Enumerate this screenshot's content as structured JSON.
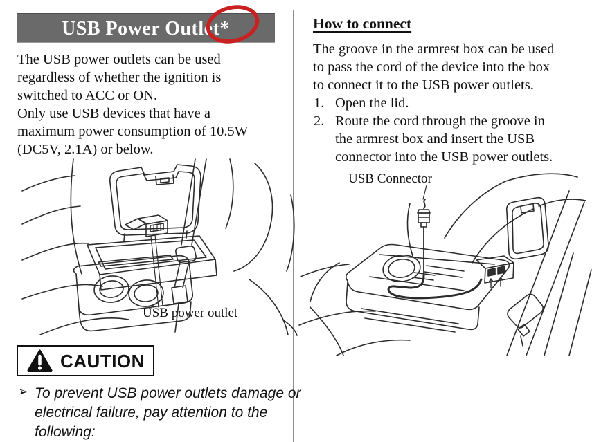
{
  "left": {
    "title": "USB Power Outlet*",
    "intro_lines": [
      "The USB power outlets can be used",
      "regardless of whether the ignition is",
      "switched to ACC or ON.",
      "Only use USB devices that have a",
      "maximum power consumption of 10.5W",
      "(DC5V, 2.1A) or below."
    ],
    "figure_label": "USB power outlet",
    "caution": {
      "label": "CAUTION",
      "bullet": "➢",
      "note_lines": [
        "To prevent USB power outlets damage or",
        "electrical failure, pay attention to the",
        "following:"
      ]
    }
  },
  "right": {
    "heading": "How to connect",
    "para_lines": [
      "The groove in the armrest box can be used",
      "to pass the cord of the device into the box",
      "to connect it to the USB power outlets."
    ],
    "list": [
      {
        "num": "1.",
        "lines": [
          "Open the lid."
        ]
      },
      {
        "num": "2.",
        "lines": [
          "Route the cord through the groove in",
          "the armrest box and insert the USB",
          "connector into the USB power outlets."
        ]
      }
    ],
    "figure_label": "USB Connector"
  },
  "colors": {
    "title_bar_bg": "#6a6a6a",
    "title_text": "#ffffff",
    "annotation_circle_red": "#c92121",
    "body_text": "#111111"
  },
  "icons": {
    "caution": "warning-triangle-icon",
    "note_bullet_glyph": "➢",
    "asterisk_annotation": "hand-drawn-red-ellipse"
  }
}
